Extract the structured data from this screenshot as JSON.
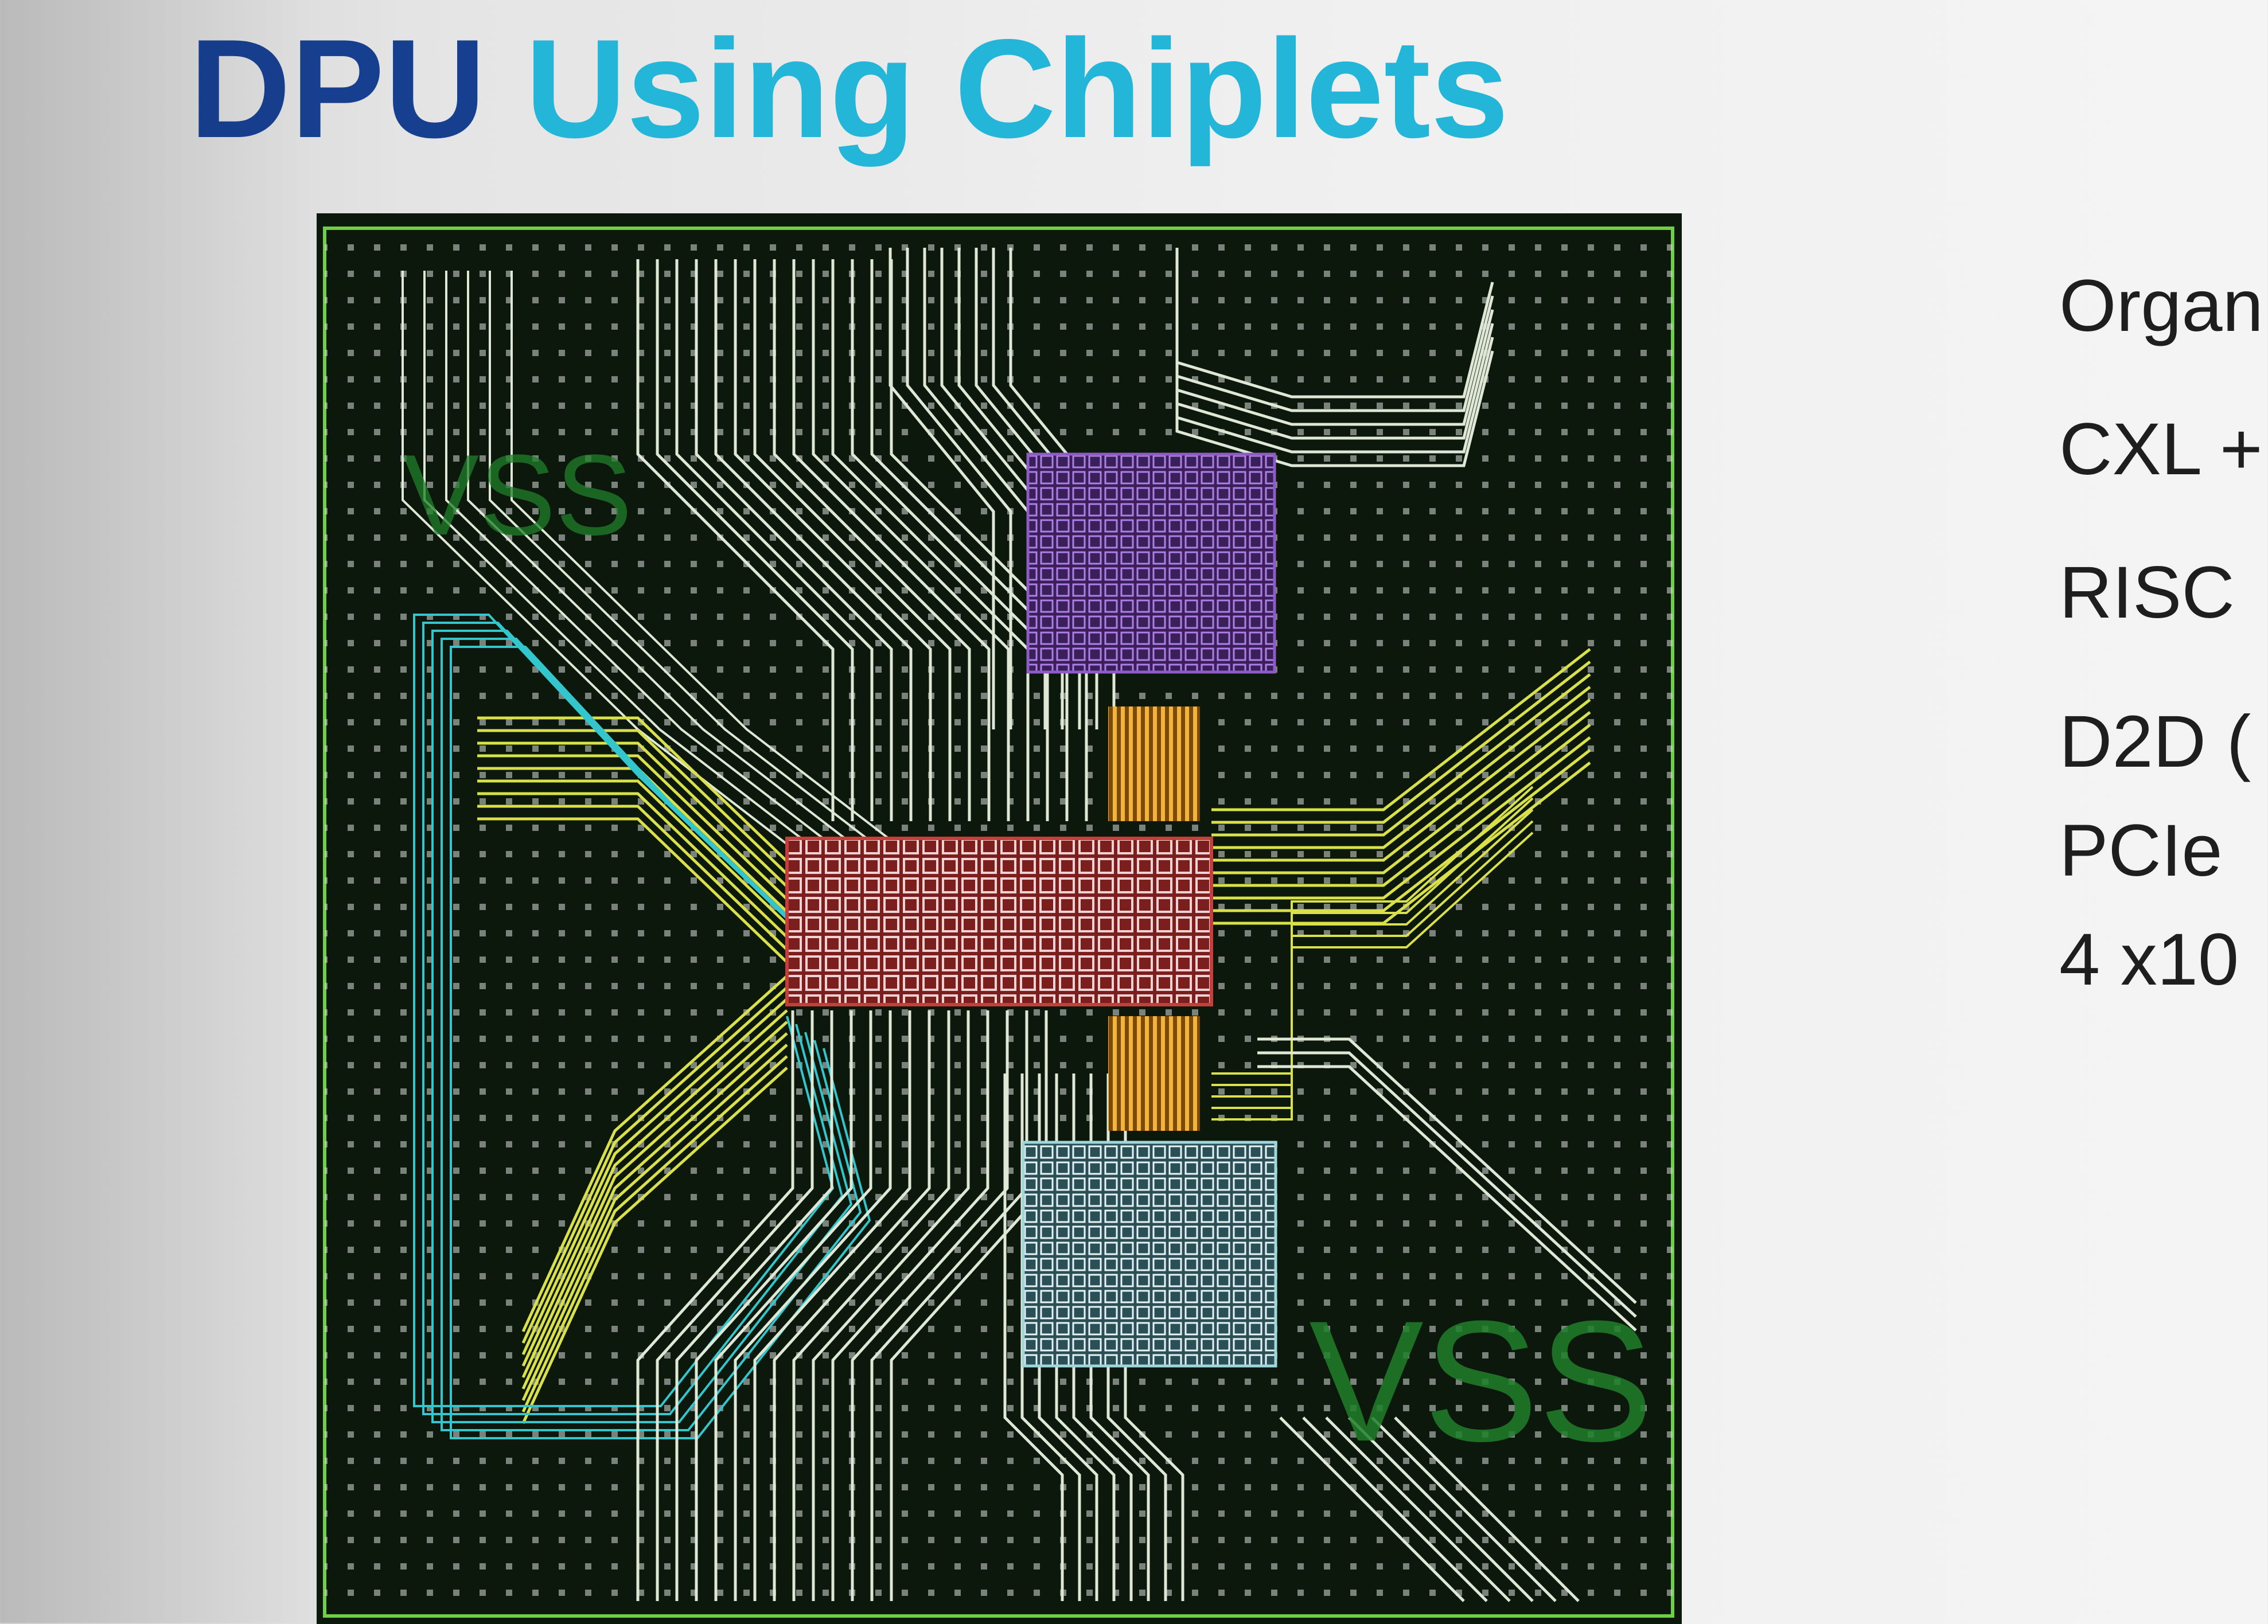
{
  "slide": {
    "title_part1": "DPU",
    "title_part2": "Using Chiplets",
    "bullets": [
      "Organ",
      "CXL +",
      "RISC",
      "D2D (",
      "PCIe",
      "4 x10"
    ]
  },
  "layout_figure": {
    "labels": [
      "VSS",
      "VSS"
    ],
    "colors": {
      "background": "#0c180c",
      "border": "#6fcf45",
      "trace_white": "#dfe8d6",
      "trace_yellow": "#d9e04a",
      "trace_cyan": "#33c6cc",
      "chiplet_top": "#8e5cc9",
      "chiplet_center": "#c83c3c",
      "chiplet_bottom": "#9fd6dc",
      "bridge": "#e39a1f",
      "vss_label": "#1f7f2a"
    }
  }
}
